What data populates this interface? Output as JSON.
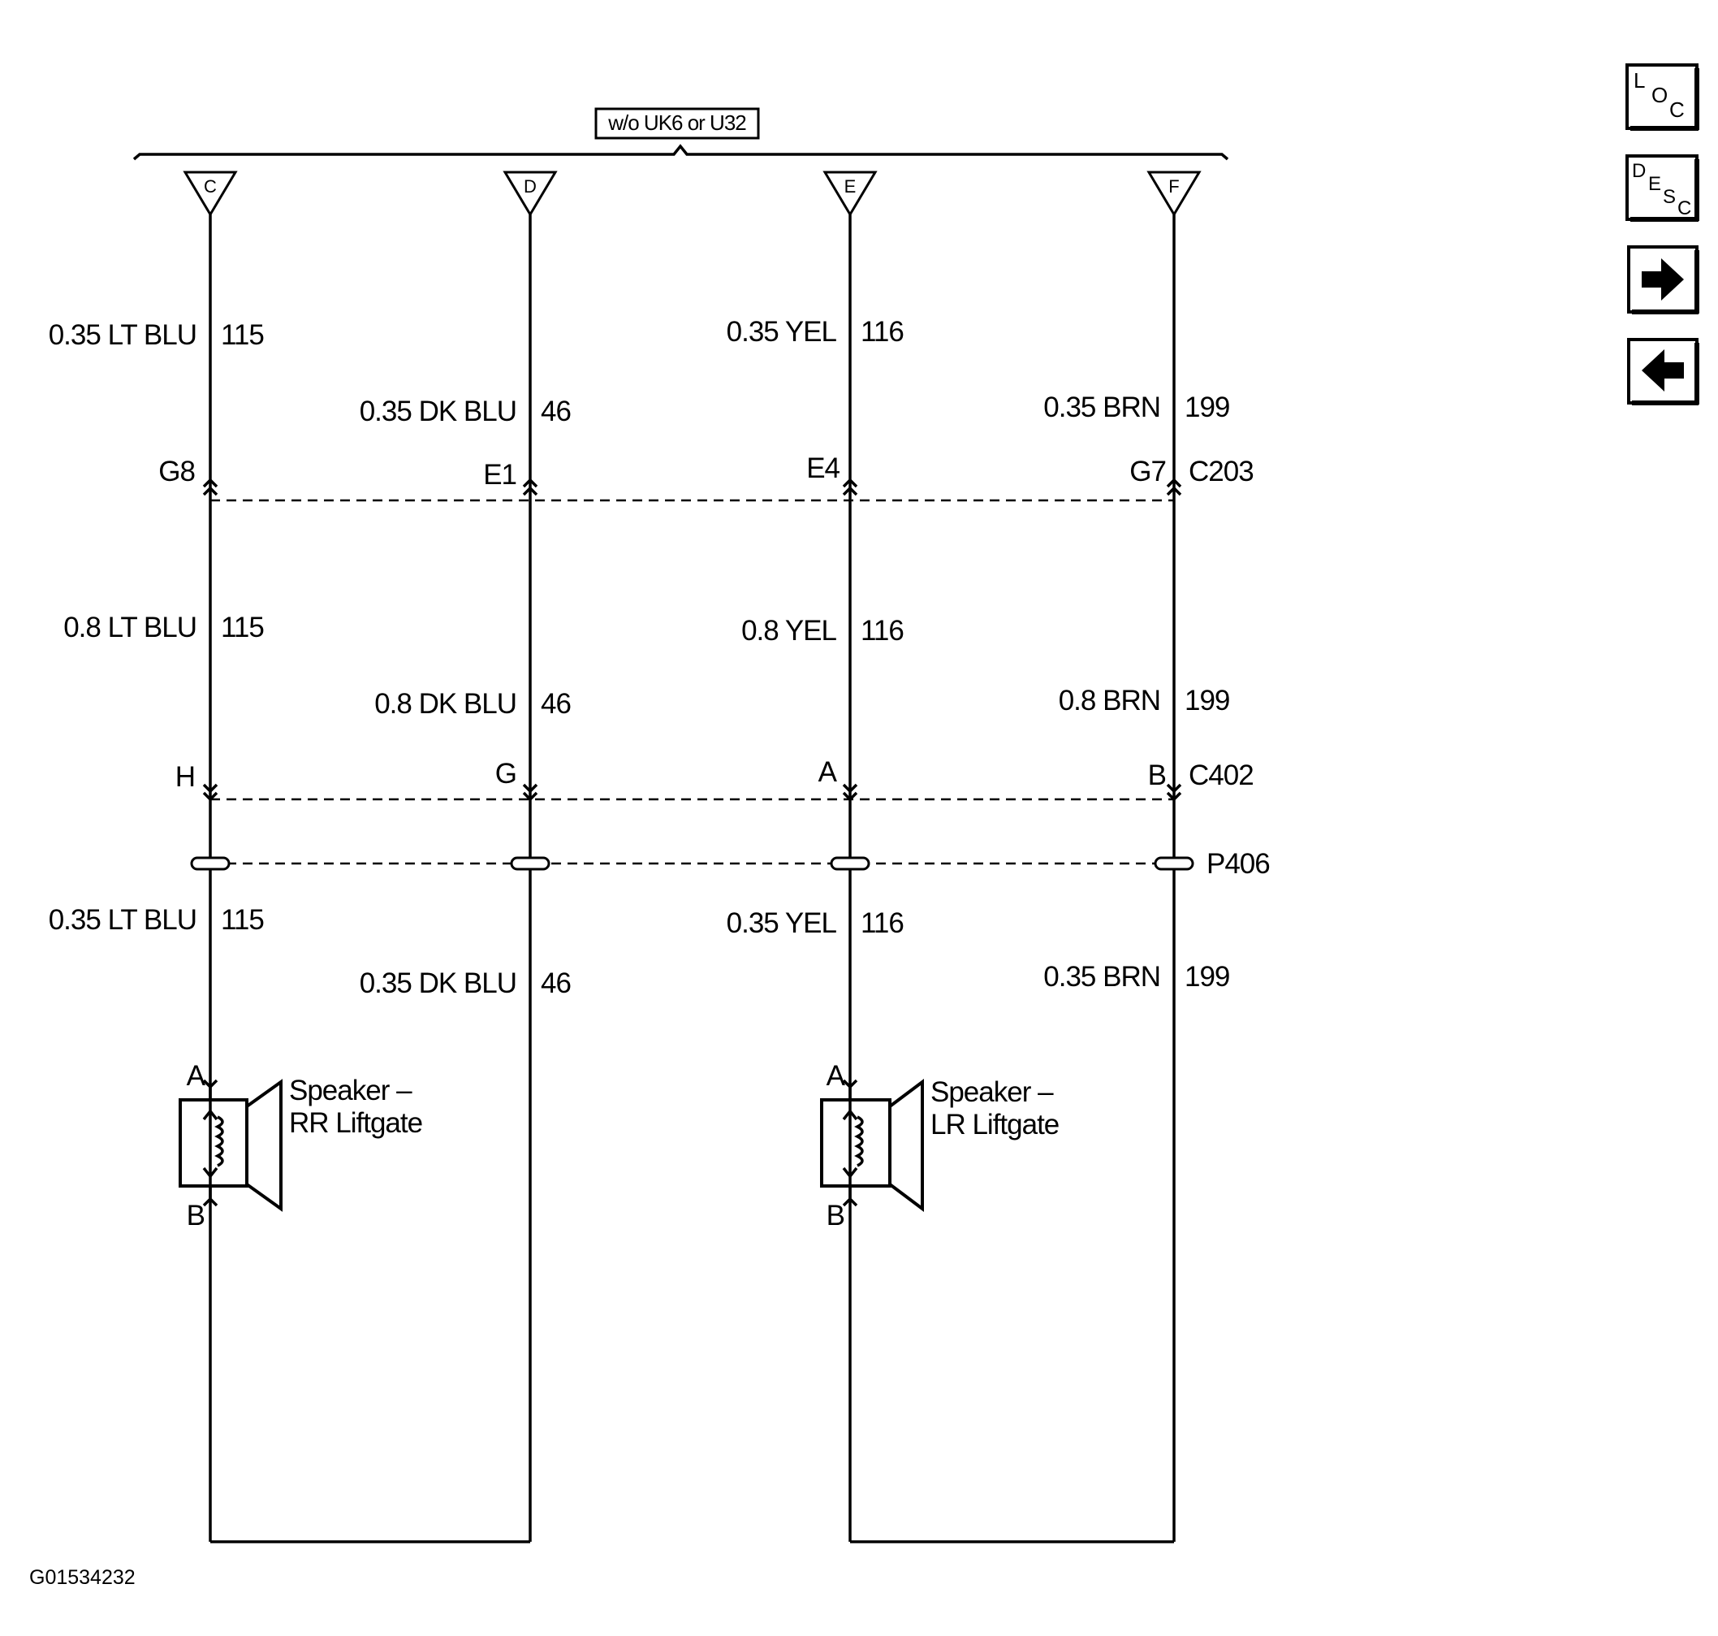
{
  "header": {
    "option_note": "w/o UK6 or U32"
  },
  "columns": [
    {
      "id": "C",
      "pin_c203": "G8",
      "pin_c402": "H"
    },
    {
      "id": "D",
      "pin_c203": "E1",
      "pin_c402": "G"
    },
    {
      "id": "E",
      "pin_c203": "E4",
      "pin_c402": "A"
    },
    {
      "id": "F",
      "pin_c203": "G7",
      "pin_c402": "B"
    }
  ],
  "wires": {
    "top": [
      {
        "label": "0.35 LT BLU",
        "circuit": "115"
      },
      {
        "label": "0.35 DK BLU",
        "circuit": "46"
      },
      {
        "label": "0.35 YEL",
        "circuit": "116"
      },
      {
        "label": "0.35 BRN",
        "circuit": "199"
      }
    ],
    "mid": [
      {
        "label": "0.8 LT BLU",
        "circuit": "115"
      },
      {
        "label": "0.8 DK BLU",
        "circuit": "46"
      },
      {
        "label": "0.8 YEL",
        "circuit": "116"
      },
      {
        "label": "0.8 BRN",
        "circuit": "199"
      }
    ],
    "bottom": [
      {
        "label": "0.35 LT BLU",
        "circuit": "115"
      },
      {
        "label": "0.35 DK BLU",
        "circuit": "46"
      },
      {
        "label": "0.35 YEL",
        "circuit": "116"
      },
      {
        "label": "0.35 BRN",
        "circuit": "199"
      }
    ]
  },
  "connectors": {
    "c203": "C203",
    "c402": "C402",
    "p406": "P406"
  },
  "speakers": [
    {
      "line1": "Speaker –",
      "line2": "RR Liftgate",
      "pin_a": "A",
      "pin_b": "B"
    },
    {
      "line1": "Speaker –",
      "line2": "LR Liftgate",
      "pin_a": "A",
      "pin_b": "B"
    }
  ],
  "footer": {
    "figure_id": "G01534232"
  },
  "nav": {
    "loc": {
      "big": "L",
      "sub1": "O",
      "sub2": "C"
    },
    "desc": {
      "big": "D",
      "sub1": "E",
      "sub2": "S",
      "sub3": "C"
    }
  }
}
